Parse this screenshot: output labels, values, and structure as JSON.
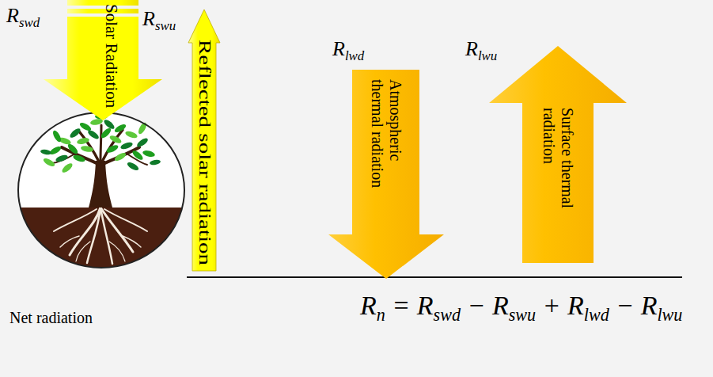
{
  "diagram": {
    "nodes": [
      {
        "text": [
          "Rswd",
          "Solar Radiation"
        ]
      },
      {
        "text": [
          "Rswu",
          "Reflected solar radiation"
        ]
      },
      {
        "text": [
          "Rlwd",
          "Atmospheric thermal radiation"
        ]
      },
      {
        "text": [
          "Rlwu",
          "Surface thermal radiation"
        ]
      }
    ],
    "labels": [
      "Net radiation",
      "Rn = Rswd − Rswu + Rlwd − Rlwu"
    ]
  }
}
